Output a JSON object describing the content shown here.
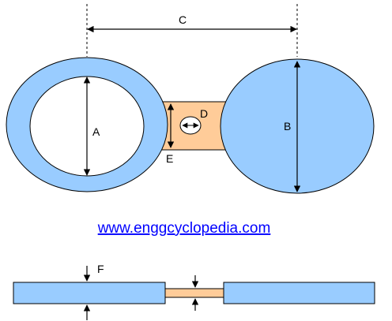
{
  "labels": {
    "a": "A",
    "b": "B",
    "c": "C",
    "d": "D",
    "e": "E",
    "f": "F"
  },
  "website": "www.enggcyclopedia.com",
  "colors": {
    "plate_fill": "#99ccff",
    "web_fill": "#ffcc99",
    "outline": "#000000",
    "link": "#0000ff"
  }
}
